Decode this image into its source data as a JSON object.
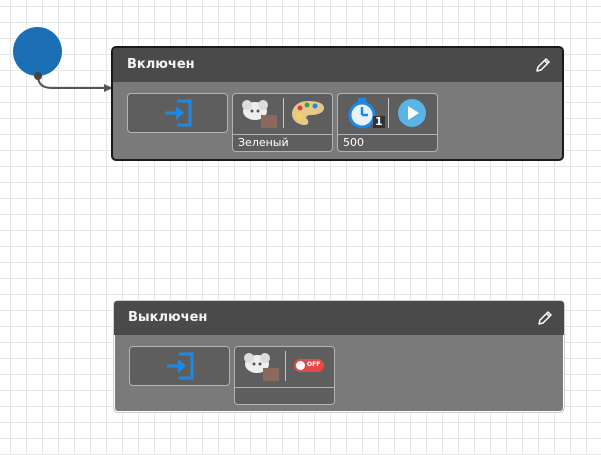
{
  "states": [
    {
      "title": "Включен",
      "tiles": [
        {
          "icon": "enter-icon",
          "label": ""
        },
        {
          "icons": [
            "device-icon",
            "palette-icon"
          ],
          "badge": "",
          "label": "Зеленый"
        },
        {
          "icons": [
            "stopwatch-icon",
            "play-icon"
          ],
          "badge": "1",
          "label": "500"
        }
      ]
    },
    {
      "title": "Выключен",
      "tiles": [
        {
          "icon": "enter-icon",
          "label": ""
        },
        {
          "icons": [
            "device-icon",
            "toggle-off-icon"
          ],
          "badge": "",
          "toggle_text": "OFF",
          "label": ""
        }
      ]
    }
  ],
  "colors": {
    "start_node": "#1a6fb5",
    "enter_icon": "#1e88e5",
    "play_button": "#5ab4e5",
    "toggle_off": "#e34b4b",
    "header_bg": "#4a4a4a",
    "body_bg": "#7a7a7a"
  }
}
